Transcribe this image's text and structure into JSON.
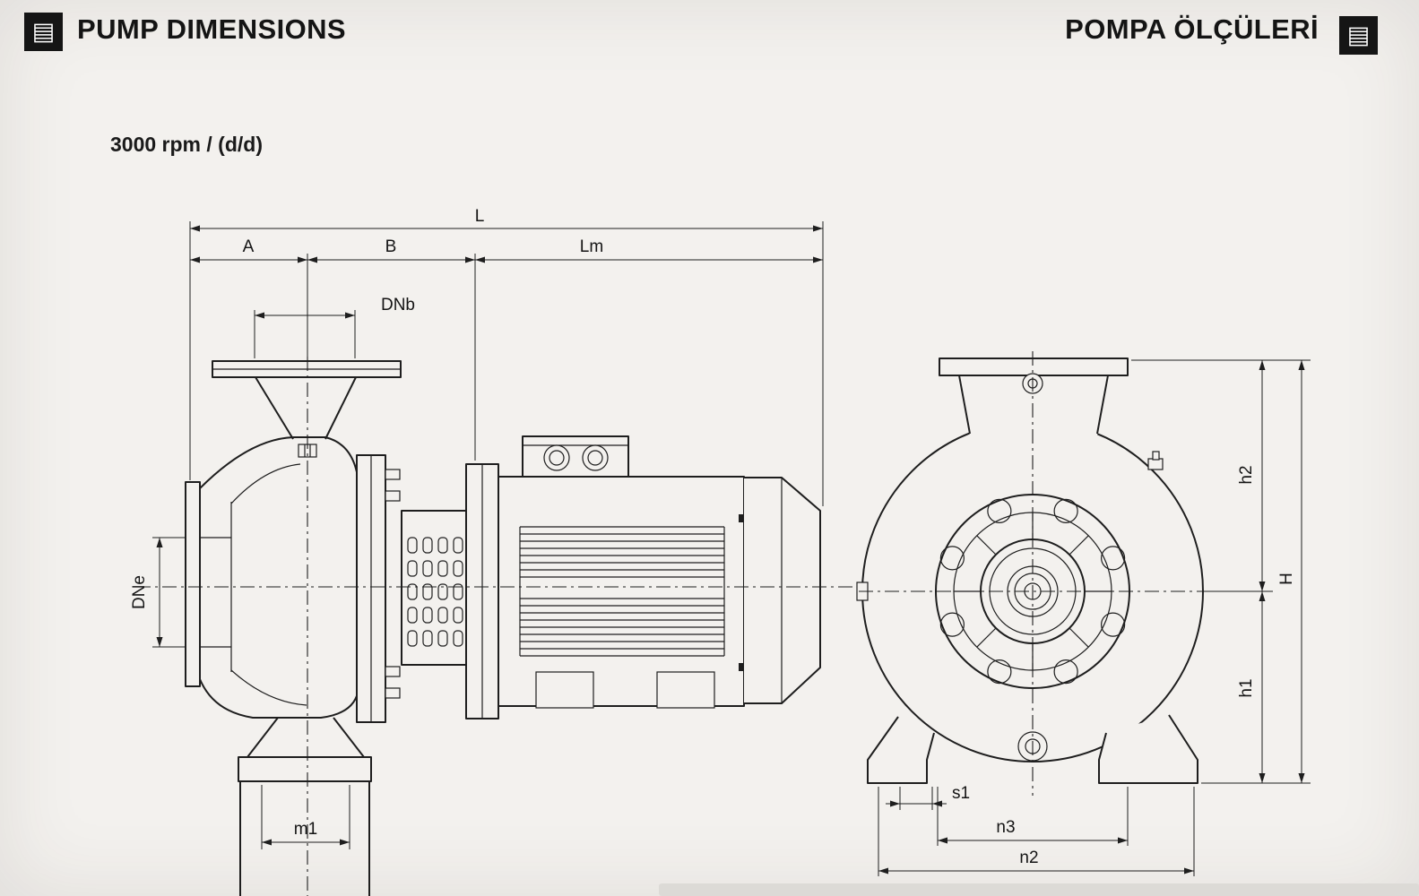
{
  "page": {
    "background": "#f3f1ee",
    "ink": "#1e1e1e",
    "icon_background": "#151515",
    "strip_color": "#dcdad6"
  },
  "header": {
    "left_icon": "document-icon",
    "left_title": "PUMP DIMENSIONS",
    "right_title": "POMPA ÖLÇÜLERİ",
    "right_icon": "document-icon",
    "icon_glyph": "▤"
  },
  "subtitle": "3000 rpm / (d/d)",
  "side_view": {
    "dims": {
      "L": "L",
      "A": "A",
      "B": "B",
      "Lm": "Lm",
      "DNb": "DNb",
      "DNe": "DNe",
      "m1": "m1"
    }
  },
  "front_view": {
    "dims": {
      "h2": "h2",
      "H": "H",
      "h1": "h1",
      "s1": "s1",
      "n3": "n3",
      "n2": "n2"
    }
  }
}
